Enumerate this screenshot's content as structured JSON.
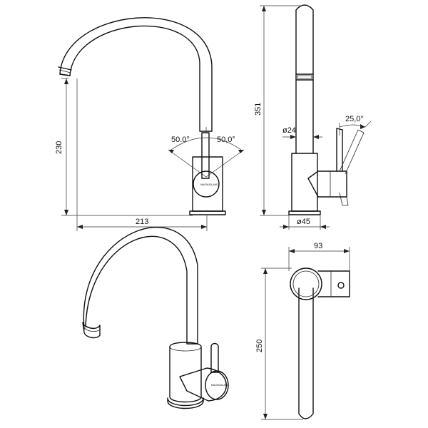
{
  "front_view": {
    "height_dim": "230",
    "width_dim": "213",
    "angle_left": "50.0°",
    "angle_right": "50,0°",
    "brand": "MAGNUSLAND"
  },
  "side_view": {
    "height_dim": "351",
    "pipe_diameter": "ø24",
    "base_diameter": "ø45",
    "lever_angle": "25,0°"
  },
  "top_view": {
    "depth_dim": "93",
    "length_dim": "250"
  }
}
